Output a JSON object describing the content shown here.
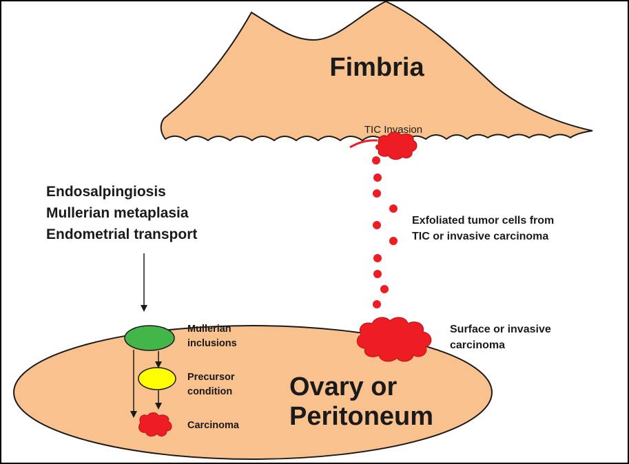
{
  "colors": {
    "tissue_fill": "#f8c18e",
    "outline": "#1a1a1a",
    "tumor": "#ee1c23",
    "tumor_dark": "#b3141a",
    "inclusion_green": "#43b649",
    "precursor_yellow": "#ffff00",
    "background": "#ffffff"
  },
  "fimbria": {
    "title": "Fimbria",
    "tic_label": "TIC Invasion"
  },
  "left_text": {
    "line1": "Endosalpingiosis",
    "line2": "Mullerian metaplasia",
    "line3": "Endometrial transport"
  },
  "exfoliated": {
    "line1": "Exfoliated tumor cells from",
    "line2": "TIC or  invasive carcinoma"
  },
  "surface_carcinoma": {
    "line1": "Surface or invasive",
    "line2": "carcinoma"
  },
  "ovary": {
    "title_line1": "Ovary or",
    "title_line2": "Peritoneum"
  },
  "progression": {
    "step1_line1": "Mullerian",
    "step1_line2": "inclusions",
    "step2_line1": "Precursor",
    "step2_line2": "condition",
    "step3": "Carcinoma"
  }
}
